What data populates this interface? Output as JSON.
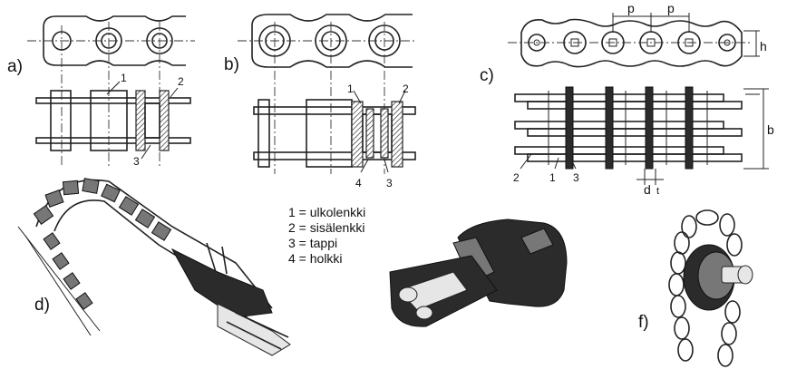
{
  "panel_labels": {
    "a": "a)",
    "b": "b)",
    "c": "c)",
    "d": "d)",
    "f": "f)"
  },
  "part_numbers": {
    "a_1": "1",
    "a_2": "2",
    "a_3": "3",
    "b_1": "1",
    "b_2": "2",
    "b_3": "3",
    "b_4": "4",
    "c_1": "1",
    "c_2": "2",
    "c_3": "3"
  },
  "dimensions": {
    "p_left": "p",
    "p_right": "p",
    "h": "h",
    "b": "b",
    "d": "d",
    "t": "t"
  },
  "legend": {
    "item_1": "1 = ulkolenkki",
    "item_2": "2 = sisälenkki",
    "item_3": "3 = tappi",
    "item_4": "4 = holkki"
  }
}
